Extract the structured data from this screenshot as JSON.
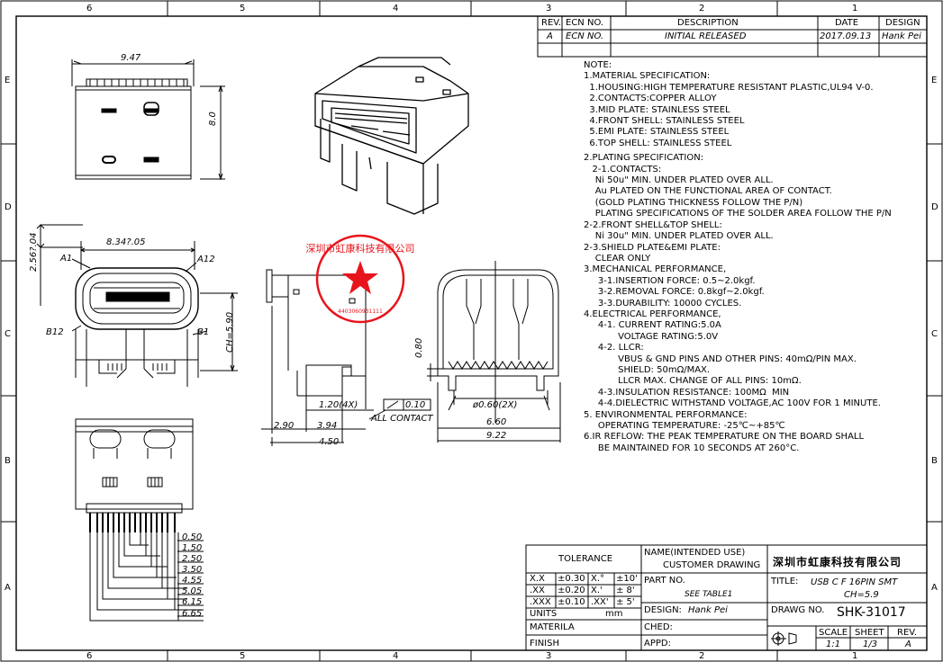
{
  "grid": {
    "top_cols": [
      "6",
      "5",
      "4",
      "3",
      "2",
      "1"
    ],
    "bottom_cols": [
      "6",
      "5",
      "4",
      "3",
      "2",
      "1"
    ],
    "left_rows": [
      "E",
      "D",
      "C",
      "B",
      "A"
    ],
    "right_rows": [
      "E",
      "D",
      "C",
      "B",
      "A"
    ]
  },
  "revision": {
    "headers": {
      "rev": "REV.",
      "ecn": "ECN NO.",
      "desc": "DESCRIPTION",
      "date": "DATE",
      "design": "DESIGN"
    },
    "row": {
      "rev": "A",
      "ecn": "ECN NO.",
      "desc": "INITIAL RELEASED",
      "date": "2017.09.13",
      "design": "Hank Pei"
    }
  },
  "dims": {
    "top_width": "9.47",
    "top_height": "8.0",
    "front_pitch": "2.56?.04",
    "front_width": "8.34?.05",
    "a1": "A1",
    "a12": "A12",
    "b12": "B12",
    "b1": "B1",
    "ch": "CH=5.90",
    "side_080": "0.80",
    "side_120": "1.20(4X)",
    "flatness": "0.10",
    "all_contact": "ALL CONTACT",
    "side_290": "2.90",
    "side_394": "3.94",
    "side_450": "4.50",
    "hole": "ø0.60(2X)",
    "w660": "6.60",
    "w922": "9.22",
    "pin_dims": [
      "0.50",
      "1.50",
      "2.50",
      "3.50",
      "4.55",
      "5.05",
      "6.15",
      "6.65"
    ]
  },
  "stamp": {
    "text": "深圳市虹康科技有限公司",
    "number": "4403060931111"
  },
  "notes": [
    "NOTE:",
    "1.MATERIAL SPECIFICATION:",
    "  1.HOUSING:HIGH TEMPERATURE RESISTANT PLASTIC,UL94 V-0.",
    "  2.CONTACTS:COPPER ALLOY",
    "  3.MID PLATE: STAINLESS STEEL",
    "  4.FRONT SHELL: STAINLESS STEEL",
    "  5.EMI PLATE: STAINLESS STEEL",
    "  6.TOP SHELL: STAINLESS STEEL",
    "",
    "2.PLATING SPECIFICATION:",
    "   2-1.CONTACTS:",
    "    Ni 50u\" MIN. UNDER PLATED OVER ALL.",
    "    Au PLATED ON THE FUNCTIONAL AREA OF CONTACT.",
    "    (GOLD PLATING THICKNESS FOLLOW THE P/N)",
    "    PLATING SPECIFICATIONS OF THE SOLDER AREA FOLLOW THE P/N",
    "2-2.FRONT SHELL&TOP SHELL:",
    "    Ni 30u\" MIN. UNDER PLATED OVER ALL.",
    "2-3.SHIELD PLATE&EMI PLATE:",
    "    CLEAR ONLY",
    "3.MECHANICAL PERFORMANCE,",
    "     3-1.INSERTION FORCE: 0.5~2.0kgf.",
    "     3-2.REMOVAL FORCE: 0.8kgf~2.0kgf.",
    "     3-3.DURABILITY: 10000 CYCLES.",
    "4.ELECTRICAL PERFORMANCE,",
    "     4-1. CURRENT RATING:5.0A",
    "            VOLTAGE RATING:5.0V",
    "     4-2. LLCR:",
    "            VBUS & GND PINS AND OTHER PINS: 40mΩ/PIN MAX.",
    "            SHIELD: 50mΩ/MAX.",
    "            LLCR MAX. CHANGE OF ALL PINS: 10mΩ.",
    "     4-3.INSULATION RESISTANCE: 100MΩ  MIN",
    "     4-4.DIELECTRIC WITHSTAND VOLTAGE,AC 100V FOR 1 MINUTE.",
    "5. ENVIRONMENTAL PERFORMANCE:",
    "     OPERATING TEMPERATURE: -25℃~+85℃",
    "6.IR REFLOW: THE PEAK TEMPERATURE ON THE BOARD SHALL",
    "     BE MAINTAINED FOR 10 SECONDS AT 260°C."
  ],
  "title_block": {
    "tolerance": "TOLERANCE",
    "tol_rows": [
      {
        "a": "X.X",
        "b": "±0.30",
        "c": "X.°",
        "d": "±10'"
      },
      {
        "a": ".XX",
        "b": "±0.20",
        "c": "X.'",
        "d": "± 8'"
      },
      {
        "a": ".XXX",
        "b": "±0.10",
        "c": ".XX'",
        "d": "± 5'"
      }
    ],
    "units_label": "UNITS",
    "units_value": "mm",
    "material_label": "MATERILA",
    "finish_label": "FINISH",
    "name_label": "NAME(INTENDED USE)",
    "name_value": "CUSTOMER DRAWING",
    "company": "深圳市虹康科技有限公司",
    "part_label": "PART NO.",
    "part_value": "SEE TABLE1",
    "title_label": "TITLE:",
    "title_line1": "USB C F 16PIN SMT",
    "title_line2": "CH=5.9",
    "design_label": "DESIGN:",
    "design_value": "Hank Pei",
    "drawing_label": "DRAWG NO.",
    "drawing_value": "SHK-31017",
    "ched_label": "CHED:",
    "appd_label": "APPD:",
    "scale_label": "SCALE",
    "scale_value": "1:1",
    "sheet_label": "SHEET",
    "sheet_value": "1/3",
    "rev_label": "REV.",
    "rev_value": "A"
  },
  "colors": {
    "line": "#000000",
    "stamp": "#e8141c"
  }
}
